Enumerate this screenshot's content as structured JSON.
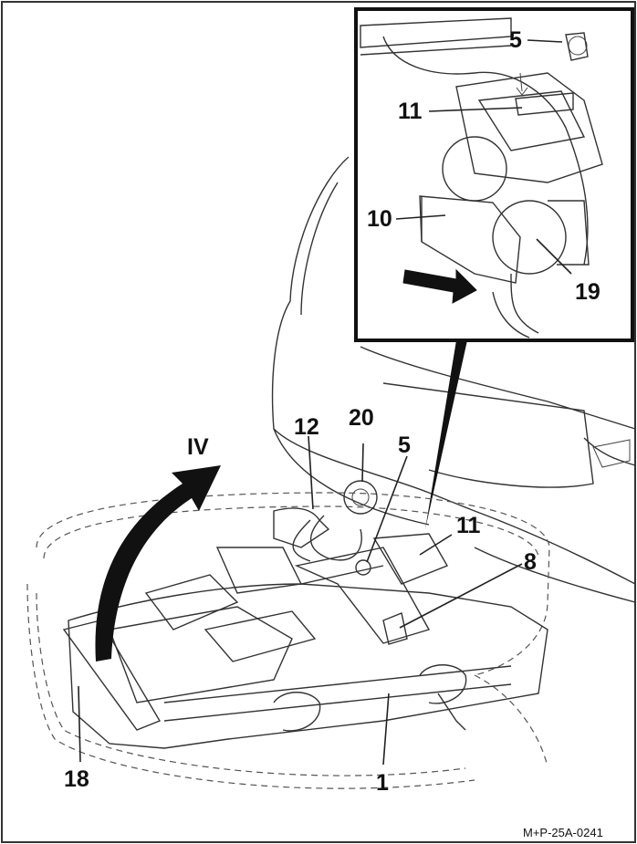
{
  "figure": {
    "reference_code": "M+P-25A-0241",
    "view_label": "IV",
    "callouts": {
      "c1": "1",
      "c5_detail": "5",
      "c5_main": "5",
      "c8": "8",
      "c10": "10",
      "c11_detail": "11",
      "c11_main": "11",
      "c12": "12",
      "c18": "18",
      "c19": "19",
      "c20": "20"
    }
  }
}
